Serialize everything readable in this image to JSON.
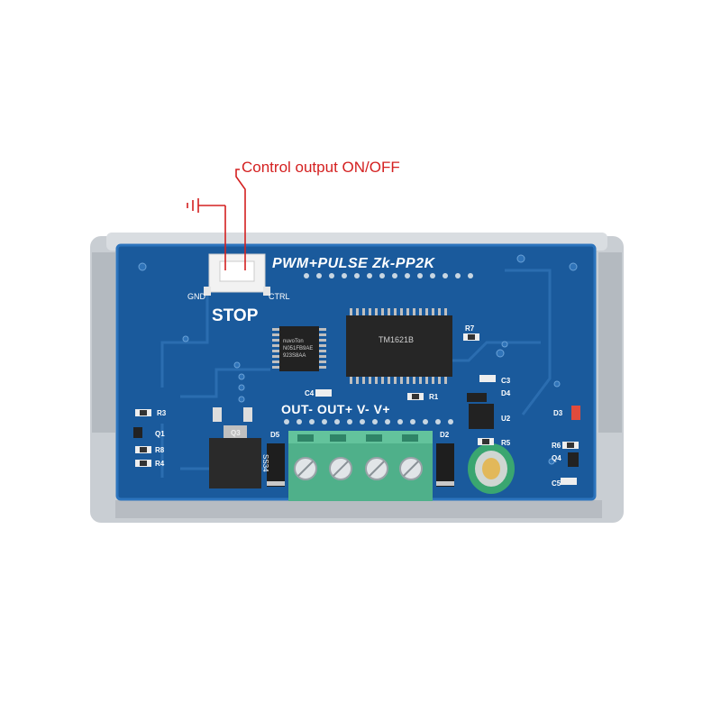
{
  "annotation": {
    "label": "Control output ON/OFF"
  },
  "board": {
    "model_text": "PWM+PULSE  Zk-PP2K",
    "connector_label": "STOP",
    "pin_left": "GND",
    "pin_right": "CTRL",
    "terminal_labels": "OUT- OUT+ V-   V+",
    "mcu_marking": [
      "nuvoTon",
      "N051FB9AE",
      "923S8AA"
    ],
    "driver_marking": "TM1621B",
    "ssd_marking": "SS34",
    "components": {
      "r3": "R3",
      "q1": "Q1",
      "r8": "R8",
      "r4": "R4",
      "c4": "C4",
      "r1": "R1",
      "r7": "R7",
      "c3": "C3",
      "d4": "D4",
      "u2": "U2",
      "r5": "R5",
      "d3": "D3",
      "r6": "R6",
      "q4": "Q4",
      "c5": "C5",
      "d5": "D5",
      "d2": "D2",
      "q3": "Q3"
    }
  },
  "colors": {
    "pcb": "#1a5a9c",
    "enclosure": "#c8cdd2",
    "terminal_block": "#4fb08a",
    "annotation": "#d42020"
  }
}
